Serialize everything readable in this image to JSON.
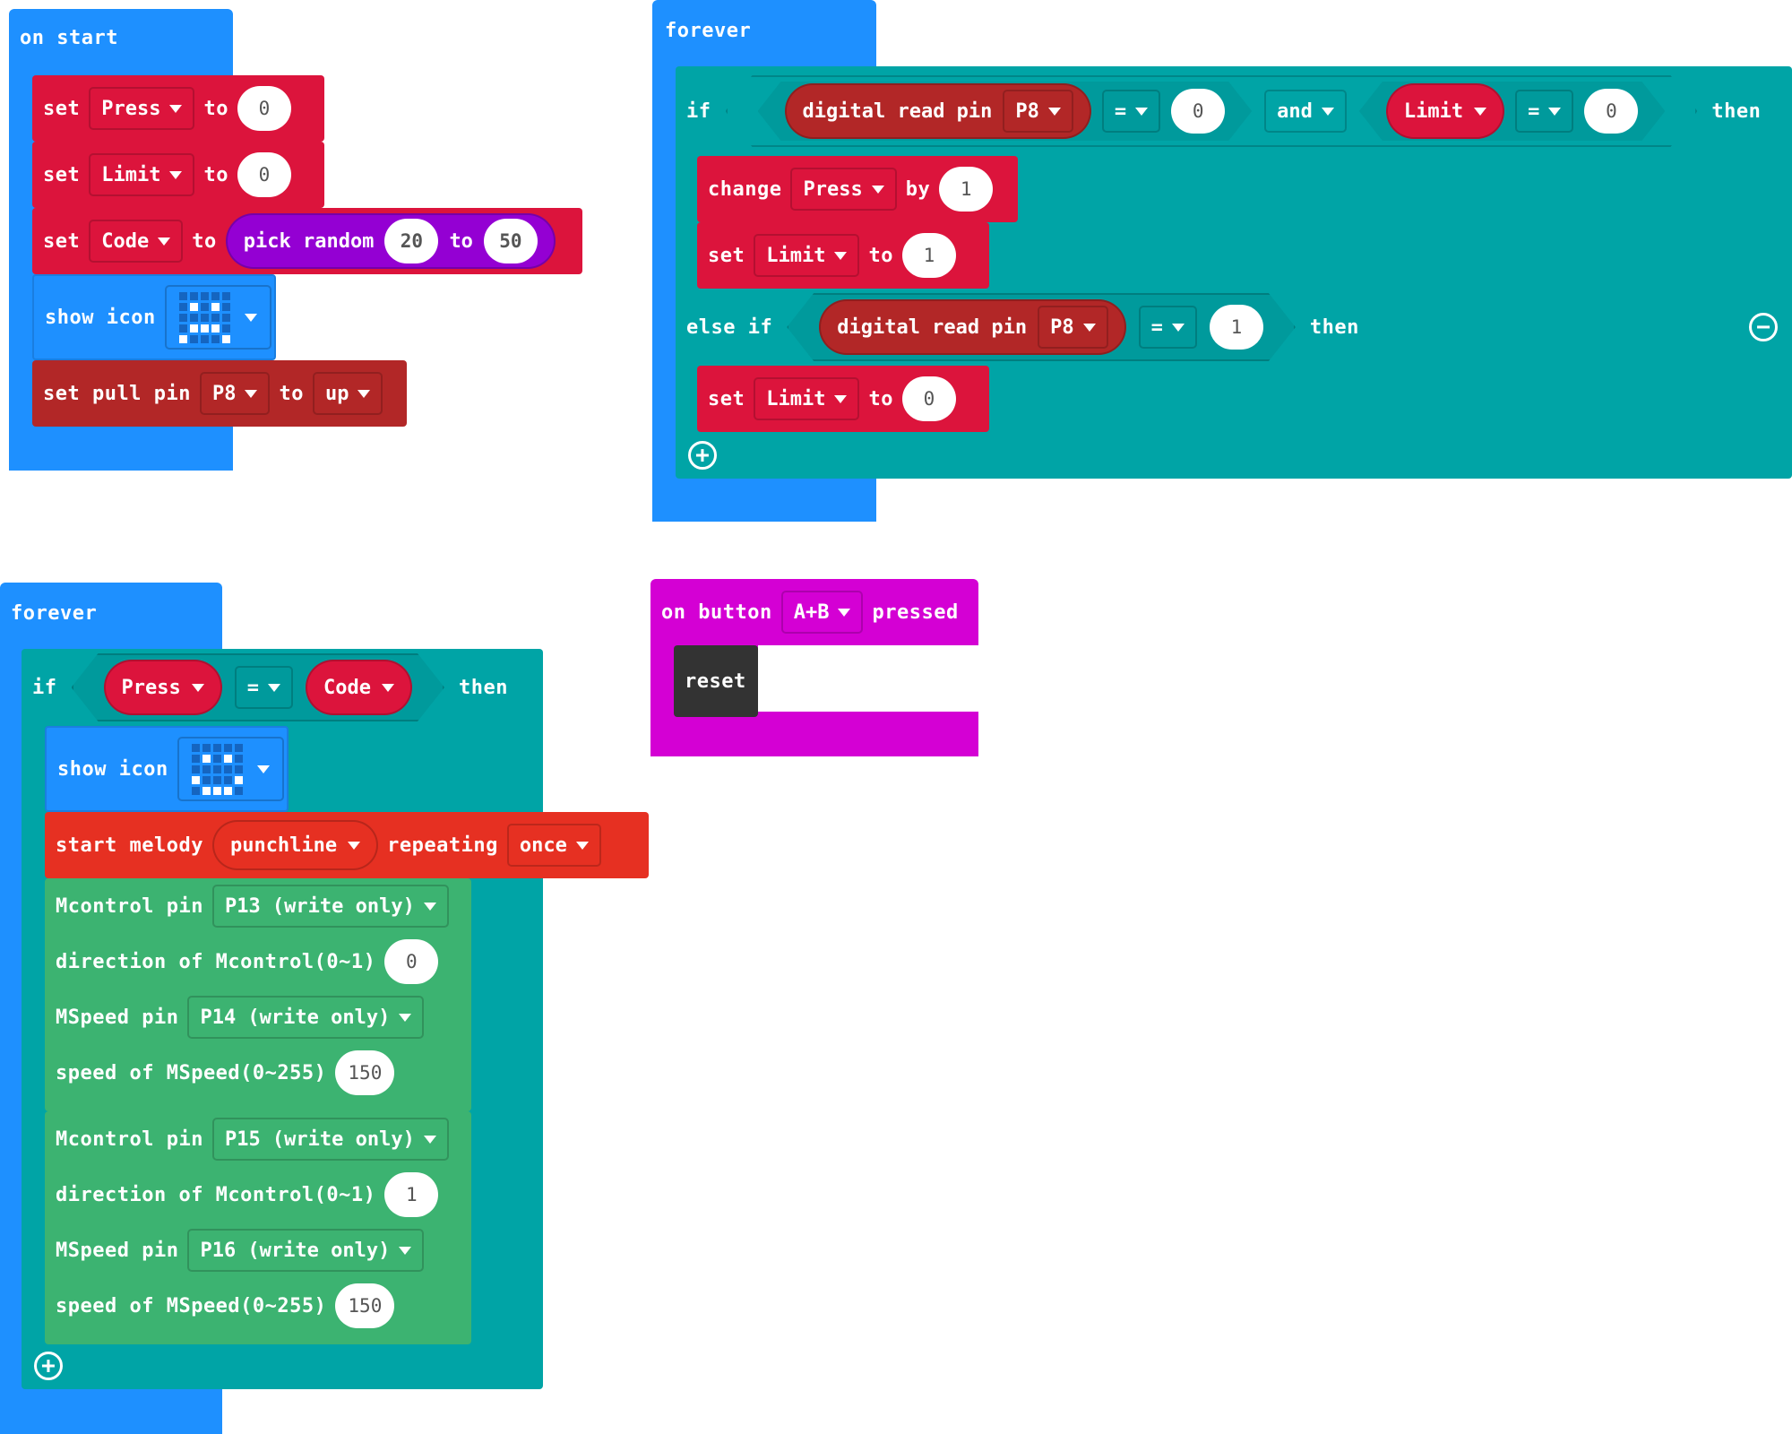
{
  "on_start": {
    "hat": "on start",
    "set_press": {
      "kw": "set",
      "var": "Press",
      "to": "to",
      "value": "0"
    },
    "set_limit": {
      "kw": "set",
      "var": "Limit",
      "to": "to",
      "value": "0"
    },
    "set_code": {
      "kw": "set",
      "var": "Code",
      "to": "to",
      "fn": "pick random",
      "min": "20",
      "mid": "to",
      "max": "50"
    },
    "show_icon": {
      "label": "show icon",
      "icon": "sad-face-icon"
    },
    "set_pull": {
      "label": "set pull pin",
      "pin": "P8",
      "to": "to",
      "mode": "up"
    }
  },
  "forever1": {
    "hat": "forever",
    "if_kw": "if",
    "read1": {
      "label": "digital read pin",
      "pin": "P8"
    },
    "op1": "=",
    "v1": "0",
    "and": "and",
    "limit_var": "Limit",
    "op2": "=",
    "v2": "0",
    "then": "then",
    "change": {
      "kw": "change",
      "var": "Press",
      "by": "by",
      "value": "1"
    },
    "set_limit1": {
      "kw": "set",
      "var": "Limit",
      "to": "to",
      "value": "1"
    },
    "elseif_kw": "else if",
    "read2": {
      "label": "digital read pin",
      "pin": "P8"
    },
    "op3": "=",
    "v3": "1",
    "then2": "then",
    "set_limit0": {
      "kw": "set",
      "var": "Limit",
      "to": "to",
      "value": "0"
    }
  },
  "forever2": {
    "hat": "forever",
    "if_kw": "if",
    "var_press": "Press",
    "op": "=",
    "var_code": "Code",
    "then": "then",
    "show_icon": {
      "label": "show icon",
      "icon": "happy-face-icon"
    },
    "melody": {
      "label": "start melody",
      "song": "punchline",
      "repeating": "repeating",
      "mode": "once"
    },
    "motor1": {
      "mpin_label": "Mcontrol pin",
      "mpin": "P13 (write only)",
      "dir_label": "direction of Mcontrol(0~1)",
      "dir": "0",
      "spin_label": "MSpeed pin",
      "spin": "P14 (write only)",
      "speed_label": "speed of MSpeed(0~255)",
      "speed": "150"
    },
    "motor2": {
      "mpin_label": "Mcontrol pin",
      "mpin": "P15 (write only)",
      "dir_label": "direction of Mcontrol(0~1)",
      "dir": "1",
      "spin_label": "MSpeed pin",
      "spin": "P16 (write only)",
      "speed_label": "speed of MSpeed(0~255)",
      "speed": "150"
    }
  },
  "button_event": {
    "label": "on button",
    "button": "A+B",
    "pressed": "pressed",
    "reset": "reset"
  },
  "colors": {
    "basic": "#1e90ff",
    "variables": "#dc143c",
    "pins": "#b22727",
    "logic": "#00a4a6",
    "math": "#9400d3",
    "motors": "#3cb371",
    "input": "#d400d4",
    "music": "#e63022",
    "control": "#333333"
  }
}
